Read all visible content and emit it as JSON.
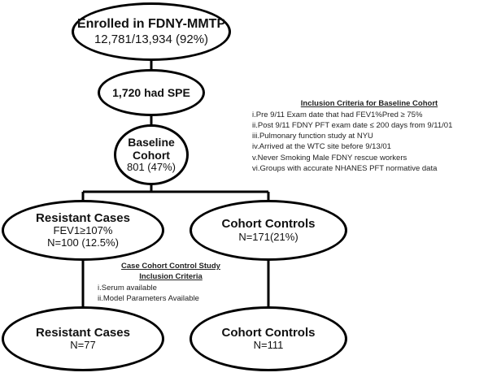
{
  "nodes": {
    "enrolled": {
      "title": "Enrolled in FDNY-MMTP",
      "detail": "12,781/13,934 (92%)"
    },
    "spe": {
      "title": "1,720 had SPE"
    },
    "baseline": {
      "title_line1": "Baseline",
      "title_line2": "Cohort",
      "detail": "801 (47%)"
    },
    "resistant_cases_top": {
      "title": "Resistant Cases",
      "line2": "FEV1≥107%",
      "line3": "N=100 (12.5%)"
    },
    "cohort_controls_top": {
      "title": "Cohort Controls",
      "detail": "N=171(21%)"
    },
    "resistant_cases_bottom": {
      "title": "Resistant Cases",
      "detail": "N=77"
    },
    "cohort_controls_bottom": {
      "title": "Cohort Controls",
      "detail": "N=111"
    }
  },
  "baseline_criteria": {
    "heading": "Inclusion Criteria for Baseline Cohort",
    "items": [
      "i.Pre 9/11 Exam date that had FEV1%Pred ≥ 75%",
      "ii.Post 9/11 FDNY PFT exam date ≤ 200 days from 9/11/01",
      "iii.Pulmonary function study at NYU",
      "iv.Arrived at the WTC site before 9/13/01",
      "v.Never Smoking Male FDNY rescue workers",
      "vi.Groups with accurate NHANES PFT normative data"
    ]
  },
  "case_control_criteria": {
    "heading_line1": "Case Cohort Control Study",
    "heading_line2": "Inclusion Criteria",
    "items": [
      "i.Serum available",
      "ii.Model Parameters  Available"
    ]
  }
}
